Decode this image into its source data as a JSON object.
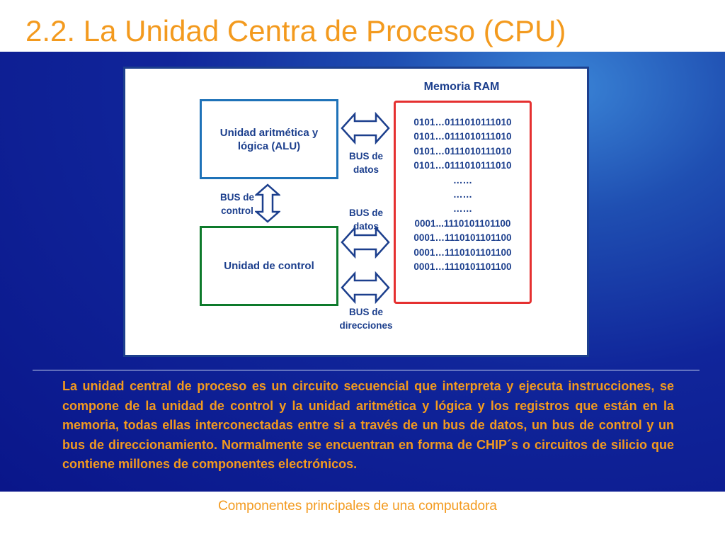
{
  "slide": {
    "title": "2.2. La Unidad Centra de Proceso (CPU)",
    "caption": "Componentes principales de una computadora",
    "paragraph": "La unidad central de proceso es un circuito secuencial que interpreta y ejecuta instrucciones, se compone de la unidad de control y la unidad aritmética y lógica y los registros que están en la memoria, todas ellas interconectadas entre si a través de un bus de datos, un bus de control y un bus de direccionamiento. Normalmente se encuentran en forma de CHIP´s o circuitos de silicio que contiene millones de  componentes electrónicos."
  },
  "diagram": {
    "alu_label": "Unidad aritmética y lógica (ALU)",
    "control_label": "Unidad de control",
    "ram_title": "Memoria RAM",
    "ram_lines": [
      "0101…0111010111010",
      "0101…0111010111010",
      "0101…0111010111010",
      "0101…0111010111010",
      "……",
      "……",
      "……",
      "0001...1110101101100",
      "0001…1110101101100",
      "0001…1110101101100",
      "0001…1110101101100"
    ],
    "bus_control": "BUS de control",
    "bus_datos_1": "BUS de datos",
    "bus_datos_2": "BUS de datos",
    "bus_direcciones": "BUS de direcciones"
  },
  "colors": {
    "title_orange": "#f39a1e",
    "text_blue": "#1c3f8d",
    "alu_border": "#1e72b8",
    "control_border": "#0d7a2b",
    "ram_border": "#e53030",
    "background_blue": "#10259a"
  }
}
